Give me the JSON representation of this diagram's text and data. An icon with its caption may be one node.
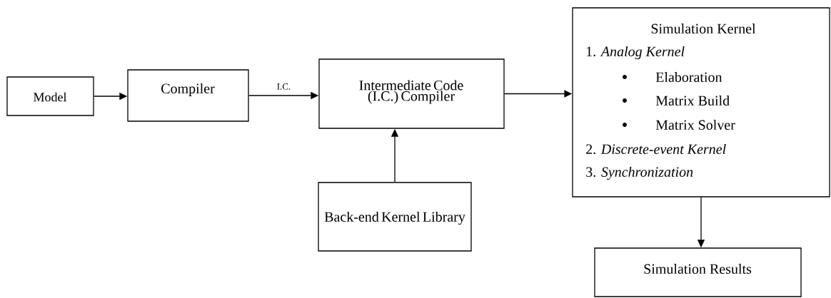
{
  "diagram": {
    "nodes": [
      {
        "text": [
          "Model"
        ]
      },
      {
        "text": [
          "Compiler"
        ]
      },
      {
        "text": [
          "Intermediate Code (I.C.) Compiler"
        ]
      },
      {
        "text": [
          "Simulation Kernel",
          "1. *Analog Kernel*",
          "Elaboration",
          "Matrix Build",
          "Matrix Solver",
          "2. *Discrete-event Kernel*",
          "3. *Synchronization*"
        ]
      },
      {
        "text": [
          "Back-end Kernel Library"
        ]
      },
      {
        "text": [
          "Simulation Results"
        ]
      }
    ],
    "edges": [
      {
        "from": 0,
        "to": 1,
        "arrow": "to"
      },
      {
        "from": 1,
        "to": 2,
        "arrow": "to",
        "label": "I.C."
      },
      {
        "from": 4,
        "to": 2,
        "arrow": "to"
      },
      {
        "from": 2,
        "to": 3,
        "arrow": "to"
      },
      {
        "from": 3,
        "to": 5,
        "arrow": "to"
      }
    ]
  }
}
